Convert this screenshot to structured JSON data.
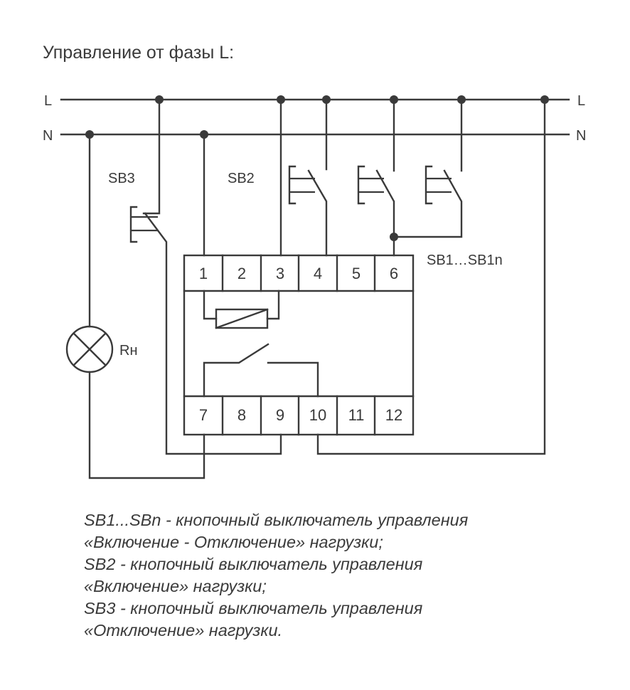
{
  "title": "Управление от фазы L:",
  "bus": {
    "phase_label": "L",
    "neutral_label": "N"
  },
  "switches": {
    "sb3": "SB3",
    "sb2": "SB2",
    "sb1n": "SB1…SB1n"
  },
  "load": {
    "label": "Rн"
  },
  "terminals_top": [
    "1",
    "2",
    "3",
    "4",
    "5",
    "6"
  ],
  "terminals_bottom": [
    "7",
    "8",
    "9",
    "10",
    "11",
    "12"
  ],
  "legend": [
    "SB1...SBn - кнопочный выключатель управления",
    "«Включение - Отключение» нагрузки;",
    "SB2 - кнопочный выключатель управления",
    "«Включение» нагрузки;",
    "SB3 - кнопочный выключатель управления",
    "«Отключение» нагрузки."
  ],
  "colors": {
    "line": "#3a3a3a",
    "background": "#ffffff"
  }
}
